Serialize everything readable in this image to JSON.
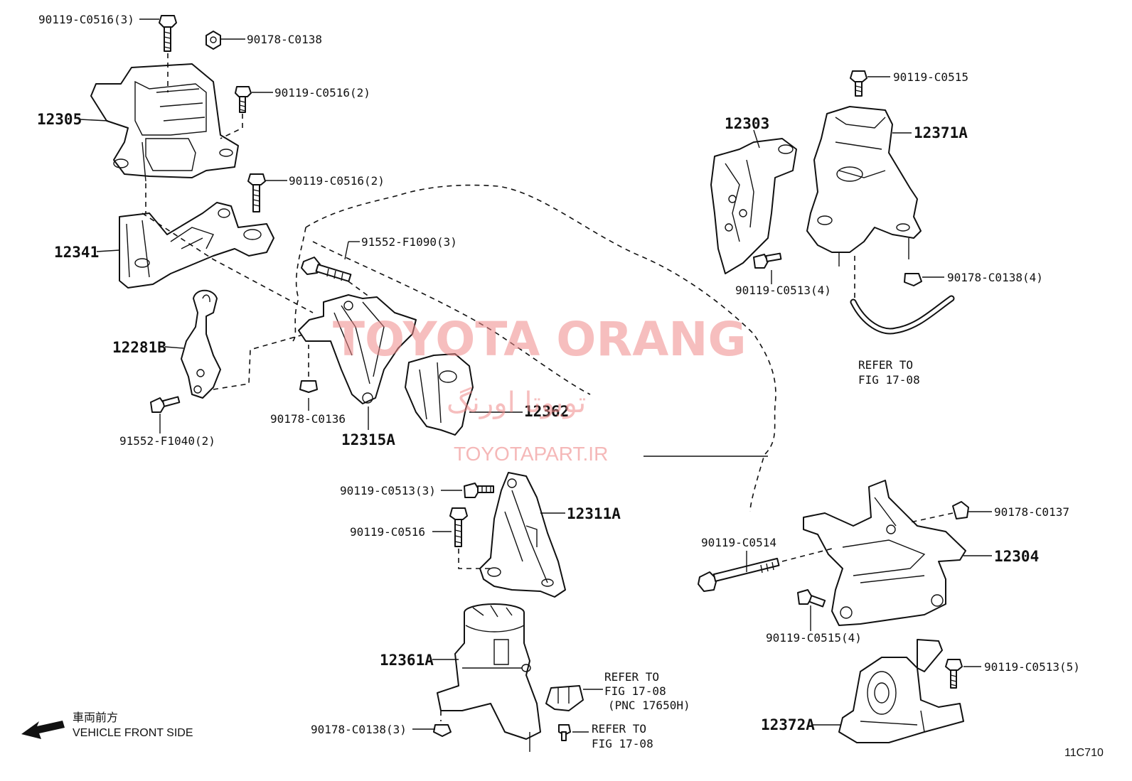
{
  "diagram": {
    "labels": {
      "p_90119_C0516_3": "90119-C0516(3)",
      "p_90178_C0138_top": "90178-C0138",
      "p_90119_C0516_2a": "90119-C0516(2)",
      "p_12305": "12305",
      "p_90119_C0516_2b": "90119-C0516(2)",
      "p_12341": "12341",
      "p_91552_F1090_3": "91552-F1090(3)",
      "p_12281B": "12281B",
      "p_91552_F1040_2": "91552-F1040(2)",
      "p_90178_C0136": "90178-C0136",
      "p_12315A": "12315A",
      "p_12362": "12362",
      "p_90119_C0513_3": "90119-C0513(3)",
      "p_90119_C0516": "90119-C0516",
      "p_12311A": "12311A",
      "p_12361A": "12361A",
      "p_90178_C0138_3": "90178-C0138(3)",
      "p_refer1_a": "REFER TO",
      "p_refer1_b": "FIG 17-08",
      "p_refer1_c": "(PNC 17650H)",
      "p_refer2_a": "REFER TO",
      "p_refer2_b": "FIG 17-08",
      "p_12303": "12303",
      "p_90119_C0515": "90119-C0515",
      "p_12371A": "12371A",
      "p_90119_C0513_4": "90119-C0513(4)",
      "p_90178_C0138_4": "90178-C0138(4)",
      "p_refer3_a": "REFER TO",
      "p_refer3_b": "FIG 17-08",
      "p_90119_C0514": "90119-C0514",
      "p_90178_C0137": "90178-C0137",
      "p_12304": "12304",
      "p_90119_C0515_4": "90119-C0515(4)",
      "p_90119_C0513_5": "90119-C0513(5)",
      "p_12372A": "12372A"
    },
    "front_side_jp": "車両前方",
    "front_side_en": "VEHICLE FRONT SIDE",
    "diagram_code": "11C710",
    "watermark": {
      "main": "TOYOTA ORANG",
      "persian": "تویوتا اورنگ",
      "site": "TOYOTAPART.IR"
    }
  }
}
